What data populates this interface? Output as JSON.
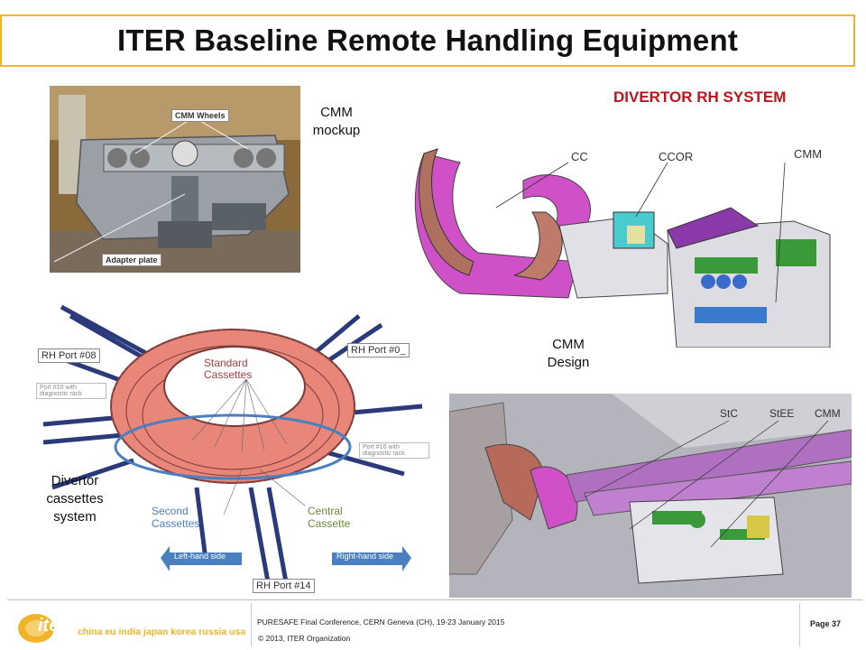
{
  "slide": {
    "title": "ITER Baseline Remote Handling Equipment",
    "divertor_heading": "DIVERTOR RH SYSTEM",
    "captions": {
      "cmm_mockup": [
        "CMM",
        "mockup"
      ],
      "cmm_design": [
        "CMM",
        "Design"
      ],
      "divertor_cassettes": [
        "Divertor",
        "cassettes",
        "system"
      ]
    },
    "photo_labels": {
      "cmm_wheels": "CMM Wheels",
      "adapter_plate": "Adapter plate"
    },
    "cad_top_labels": [
      "CC",
      "CCOR",
      "CMM"
    ],
    "cad_bottom_labels": [
      "StC",
      "StEE",
      "CMM"
    ],
    "ring_labels": {
      "rh_port_08": "RH Port #08",
      "rh_port_0": "RH Port #0_",
      "rh_port_14": "RH Port #14",
      "port_10": "Port #10 with diagnostic rack",
      "port_16": "Port #16 with diagnostic rack",
      "standard_cassettes": "Standard Cassettes",
      "second_cassettes": "Second Cassettes",
      "central_cassette": "Central Cassette",
      "left_hand_side": "Left-hand side",
      "right_hand_side": "Right-hand side"
    }
  },
  "footer": {
    "logo_text": "iter",
    "partners": "china eu india japan korea russia usa",
    "conference": "PURESAFE Final Conference, CERN Geneva (CH), 19-23 January 2015",
    "copyright": "© 2013, ITER Organization",
    "page": "Page 37"
  },
  "colors": {
    "accent": "#f0b428",
    "heading_red": "#c0141c",
    "cassette_salmon": "#e8867a",
    "cad_magenta": "#d050c8",
    "cad_green": "#3a9a3a",
    "arrow_blue": "#4a7fc0"
  }
}
